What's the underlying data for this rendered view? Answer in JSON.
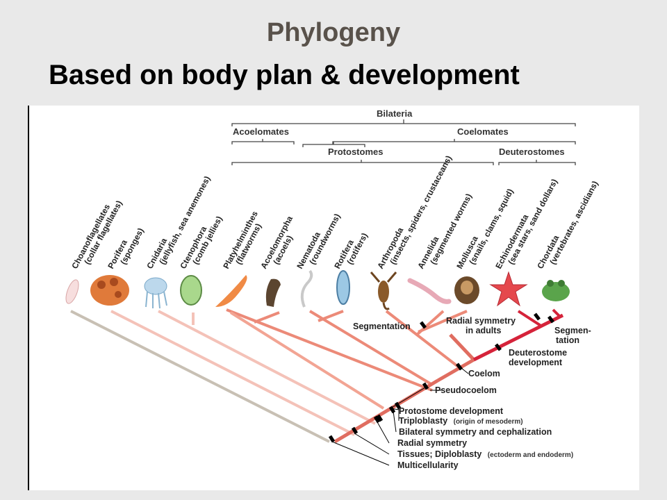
{
  "slide": {
    "title": "Phylogeny",
    "subtitle": "Based on body plan & development"
  },
  "groups": {
    "bilateria": "Bilateria",
    "acoelomates": "Acoelomates",
    "coelomates": "Coelomates",
    "protostomes": "Protostomes",
    "deuterostomes": "Deuterostomes"
  },
  "taxa": [
    {
      "name": "Choanoflagellates",
      "common": "(collar flagellates)"
    },
    {
      "name": "Porifera",
      "common": "(sponges)"
    },
    {
      "name": "Cnidaria",
      "common": "(jellyfish, sea anemones)"
    },
    {
      "name": "Ctenophora",
      "common": "(comb jellies)"
    },
    {
      "name": "Platyhelminthes",
      "common": "(flatworms)"
    },
    {
      "name": "Acoelomorpha",
      "common": "(acoels)"
    },
    {
      "name": "Nematoda",
      "common": "(roundworms)"
    },
    {
      "name": "Rotifera",
      "common": "(rotifers)"
    },
    {
      "name": "Arthropoda",
      "common": "(insects, spiders, crustaceans)"
    },
    {
      "name": "Annelida",
      "common": "(segmented worms)"
    },
    {
      "name": "Mollusca",
      "common": "(snails, clams, squid)"
    },
    {
      "name": "Echinodermata",
      "common": "(sea stars, sand dollars)"
    },
    {
      "name": "Chordata",
      "common": "(vertebrates, ascidians)"
    }
  ],
  "characters": {
    "segmentation_protostome": "Segmentation",
    "radial_line1": "Radial symmetry",
    "radial_line2": "in adults",
    "segmentation_chordate_1": "Segmen-",
    "segmentation_chordate_2": "tation",
    "deutero_line1": "Deuterostome",
    "deutero_line2": "development",
    "coelom": "Coelom",
    "pseudocoelom": "Pseudocoelom",
    "protostome_dev": "Protostome development",
    "triploblasty": "Triploblasty",
    "triploblasty_note": "(origin of mesoderm)",
    "bilateral": "Bilateral symmetry and cephalization",
    "radial": "Radial symmetry",
    "tissues": "Tissues; Diploblasty",
    "tissues_note": "(ectoderm and endoderm)",
    "multicellularity": "Multicellularity"
  },
  "colors": {
    "grey_branch": "#c8c0b4",
    "light_pink": "#f4c2b8",
    "mid_pink": "#f2a493",
    "salmon": "#ec8a78",
    "deep_salmon": "#e06d60",
    "red": "#d5233a"
  }
}
